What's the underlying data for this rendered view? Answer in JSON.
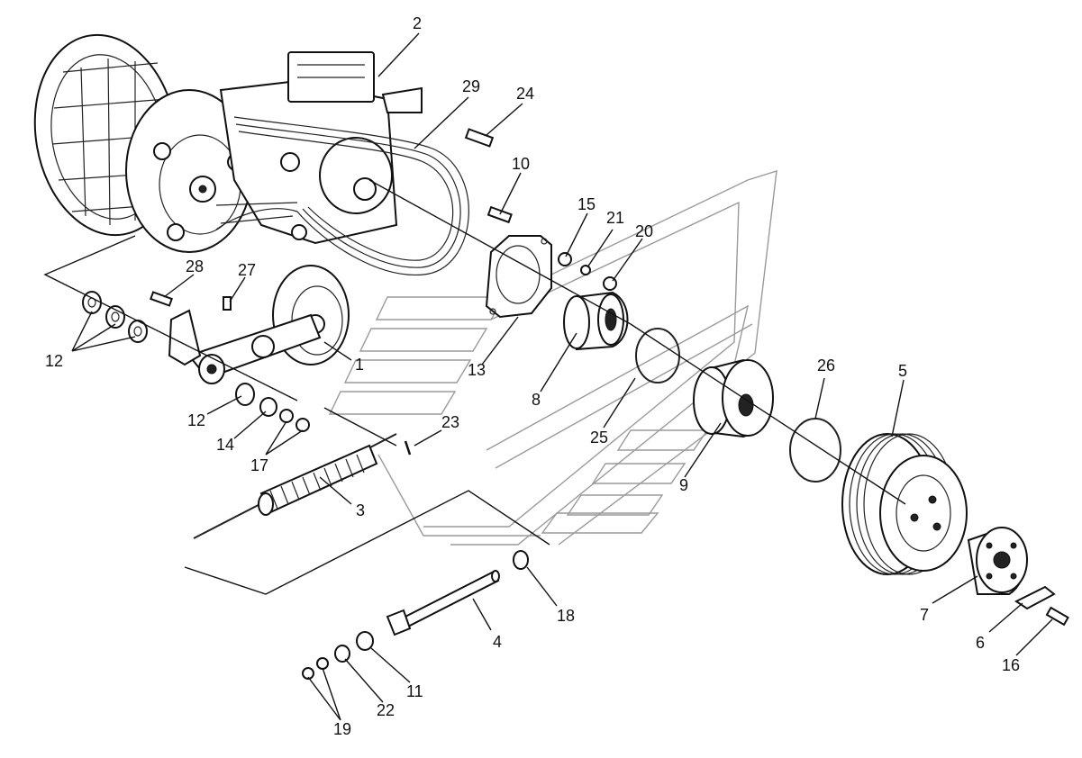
{
  "callouts": [
    {
      "id": "c1",
      "text": "1"
    },
    {
      "id": "c2",
      "text": "2"
    },
    {
      "id": "c3",
      "text": "3"
    },
    {
      "id": "c4",
      "text": "4"
    },
    {
      "id": "c5",
      "text": "5"
    },
    {
      "id": "c6",
      "text": "6"
    },
    {
      "id": "c7",
      "text": "7"
    },
    {
      "id": "c8",
      "text": "8"
    },
    {
      "id": "c9",
      "text": "9"
    },
    {
      "id": "c10",
      "text": "10"
    },
    {
      "id": "c11",
      "text": "11"
    },
    {
      "id": "c12a",
      "text": "12"
    },
    {
      "id": "c12b",
      "text": "12"
    },
    {
      "id": "c13",
      "text": "13"
    },
    {
      "id": "c14",
      "text": "14"
    },
    {
      "id": "c15",
      "text": "15"
    },
    {
      "id": "c16",
      "text": "16"
    },
    {
      "id": "c17",
      "text": "17"
    },
    {
      "id": "c18",
      "text": "18"
    },
    {
      "id": "c19",
      "text": "19"
    },
    {
      "id": "c20",
      "text": "20"
    },
    {
      "id": "c21",
      "text": "21"
    },
    {
      "id": "c22",
      "text": "22"
    },
    {
      "id": "c23",
      "text": "23"
    },
    {
      "id": "c24",
      "text": "24"
    },
    {
      "id": "c25",
      "text": "25"
    },
    {
      "id": "c26",
      "text": "26"
    },
    {
      "id": "c27",
      "text": "27"
    },
    {
      "id": "c28",
      "text": "28"
    },
    {
      "id": "c29",
      "text": "29"
    }
  ],
  "colors": {
    "line": "#111111",
    "watermark": "#9a9a9a",
    "background": "#ffffff"
  }
}
